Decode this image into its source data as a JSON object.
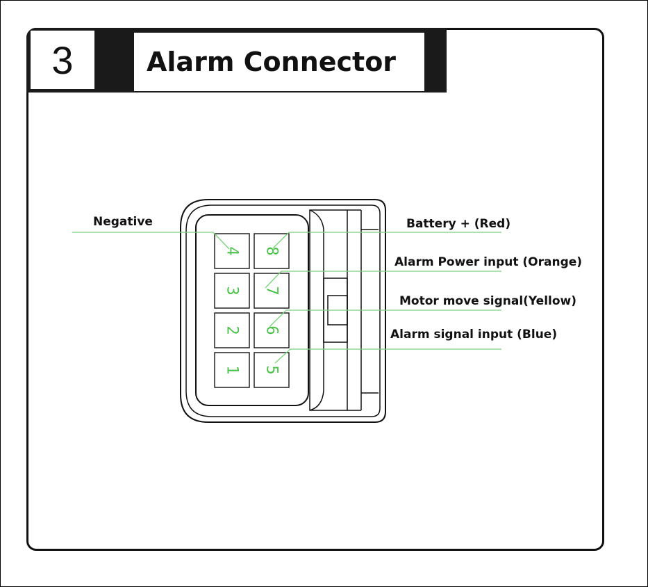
{
  "step_number": "3",
  "title": "Alarm Connector",
  "pins": {
    "p1": "1",
    "p2": "2",
    "p3": "3",
    "p4": "4",
    "p5": "5",
    "p6": "6",
    "p7": "7",
    "p8": "8"
  },
  "labels": {
    "negative": "Negative",
    "battery": "Battery + (Red)",
    "alarm_power": "Alarm Power input (Orange)",
    "motor_move": "Motor move signal(Yellow)",
    "alarm_signal": "Alarm signal input (Blue)"
  },
  "colors": {
    "wire": "#7cd07c",
    "pin_text": "#4cbf4c",
    "outline": "#111111"
  }
}
